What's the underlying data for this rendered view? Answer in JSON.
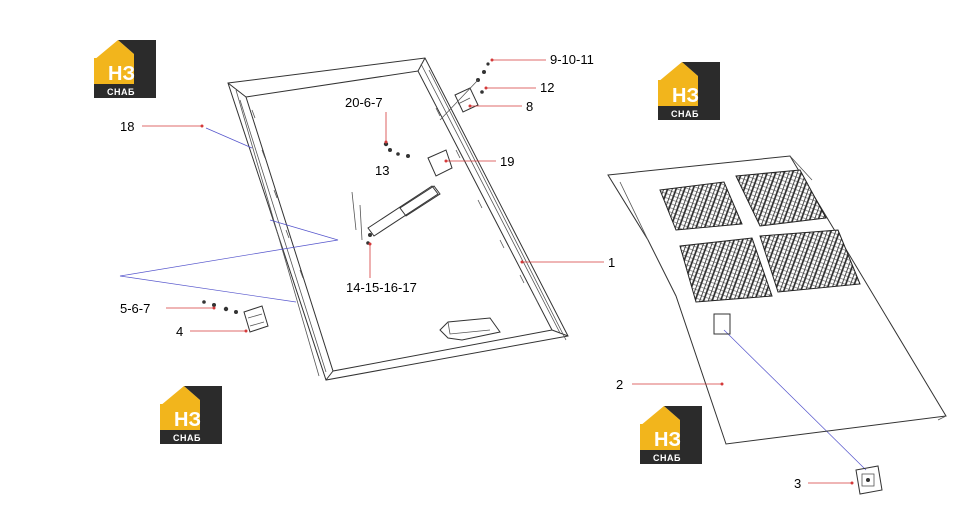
{
  "brand": {
    "mark": "НЗ",
    "sub": "СНАБ",
    "colors": {
      "yellow": "#f2b51c",
      "dark": "#2b2b2b",
      "white": "#ffffff"
    }
  },
  "callouts": [
    {
      "id": "c-9-10-11",
      "text": "9-10-11"
    },
    {
      "id": "c-12",
      "text": "12"
    },
    {
      "id": "c-8",
      "text": "8"
    },
    {
      "id": "c-20-6-7",
      "text": "20-6-7"
    },
    {
      "id": "c-18",
      "text": "18"
    },
    {
      "id": "c-13",
      "text": "13"
    },
    {
      "id": "c-19",
      "text": "19"
    },
    {
      "id": "c-1",
      "text": "1"
    },
    {
      "id": "c-14-15-16-17",
      "text": "14-15-16-17"
    },
    {
      "id": "c-5-6-7",
      "text": "5-6-7"
    },
    {
      "id": "c-4",
      "text": "4"
    },
    {
      "id": "c-2",
      "text": "2"
    },
    {
      "id": "c-3",
      "text": "3"
    }
  ]
}
